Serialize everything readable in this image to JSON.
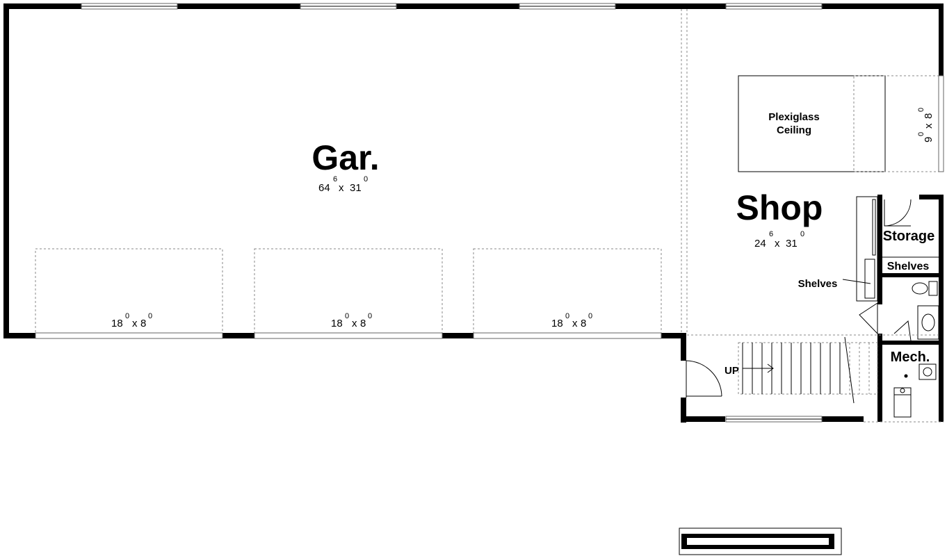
{
  "plan": {
    "garage": {
      "name": "Gar.",
      "dim_w": "64",
      "dim_w_sup": "6",
      "dim_d": "31",
      "dim_d_sup": "0"
    },
    "shop": {
      "name": "Shop",
      "dim_w": "24",
      "dim_w_sup": "6",
      "dim_d": "31",
      "dim_d_sup": "0"
    },
    "garage_doors": [
      {
        "w": "18",
        "w_sup": "0",
        "h": "8",
        "h_sup": "0"
      },
      {
        "w": "18",
        "w_sup": "0",
        "h": "8",
        "h_sup": "0"
      },
      {
        "w": "18",
        "w_sup": "0",
        "h": "8",
        "h_sup": "0"
      }
    ],
    "side_door": {
      "w": "9",
      "w_sup": "0",
      "h": "8",
      "h_sup": "0"
    },
    "plexiglass": {
      "line1": "Plexiglass",
      "line2": "Ceiling"
    },
    "storage": "Storage",
    "shelves_storage": "Shelves",
    "shelves_shop": "Shelves",
    "mech": "Mech.",
    "stairs": "UP"
  }
}
